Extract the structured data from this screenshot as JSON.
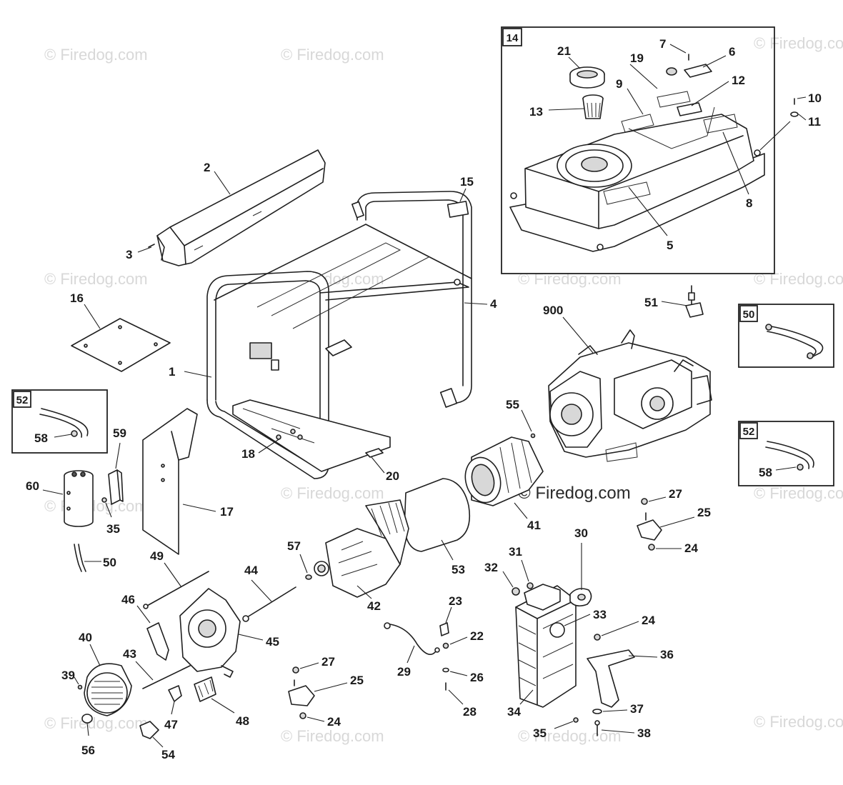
{
  "watermark": {
    "small": "© Firedog.com",
    "large": "© Firedog.com"
  },
  "callouts": {
    "p1": "1",
    "p2": "2",
    "p3": "3",
    "p4": "4",
    "p5": "5",
    "p6": "6",
    "p7": "7",
    "p8": "8",
    "p9": "9",
    "p10": "10",
    "p11": "11",
    "p12": "12",
    "p13": "13",
    "p15": "15",
    "p16": "16",
    "p17": "17",
    "p18": "18",
    "p19": "19",
    "p20": "20",
    "p21": "21",
    "p22": "22",
    "p23": "23",
    "p24a": "24",
    "p24b": "24",
    "p24c": "24",
    "p25a": "25",
    "p25b": "25",
    "p26": "26",
    "p27a": "27",
    "p27b": "27",
    "p28": "28",
    "p29": "29",
    "p30": "30",
    "p31": "31",
    "p32": "32",
    "p33": "33",
    "p34": "34",
    "p35a": "35",
    "p35b": "35",
    "p36": "36",
    "p37": "37",
    "p38": "38",
    "p39": "39",
    "p40": "40",
    "p41": "41",
    "p42": "42",
    "p43": "43",
    "p44": "44",
    "p45": "45",
    "p46": "46",
    "p47": "47",
    "p48": "48",
    "p49": "49",
    "p50": "50",
    "p51": "51",
    "p53": "53",
    "p54": "54",
    "p55": "55",
    "p56": "56",
    "p57": "57",
    "p58a": "58",
    "p58b": "58",
    "p59": "59",
    "p60": "60",
    "p900": "900"
  },
  "boxes": {
    "tank_kit": "14",
    "hose_kit_right": "50",
    "hose_kit_right_lower": "52",
    "hose_kit_left": "52"
  }
}
